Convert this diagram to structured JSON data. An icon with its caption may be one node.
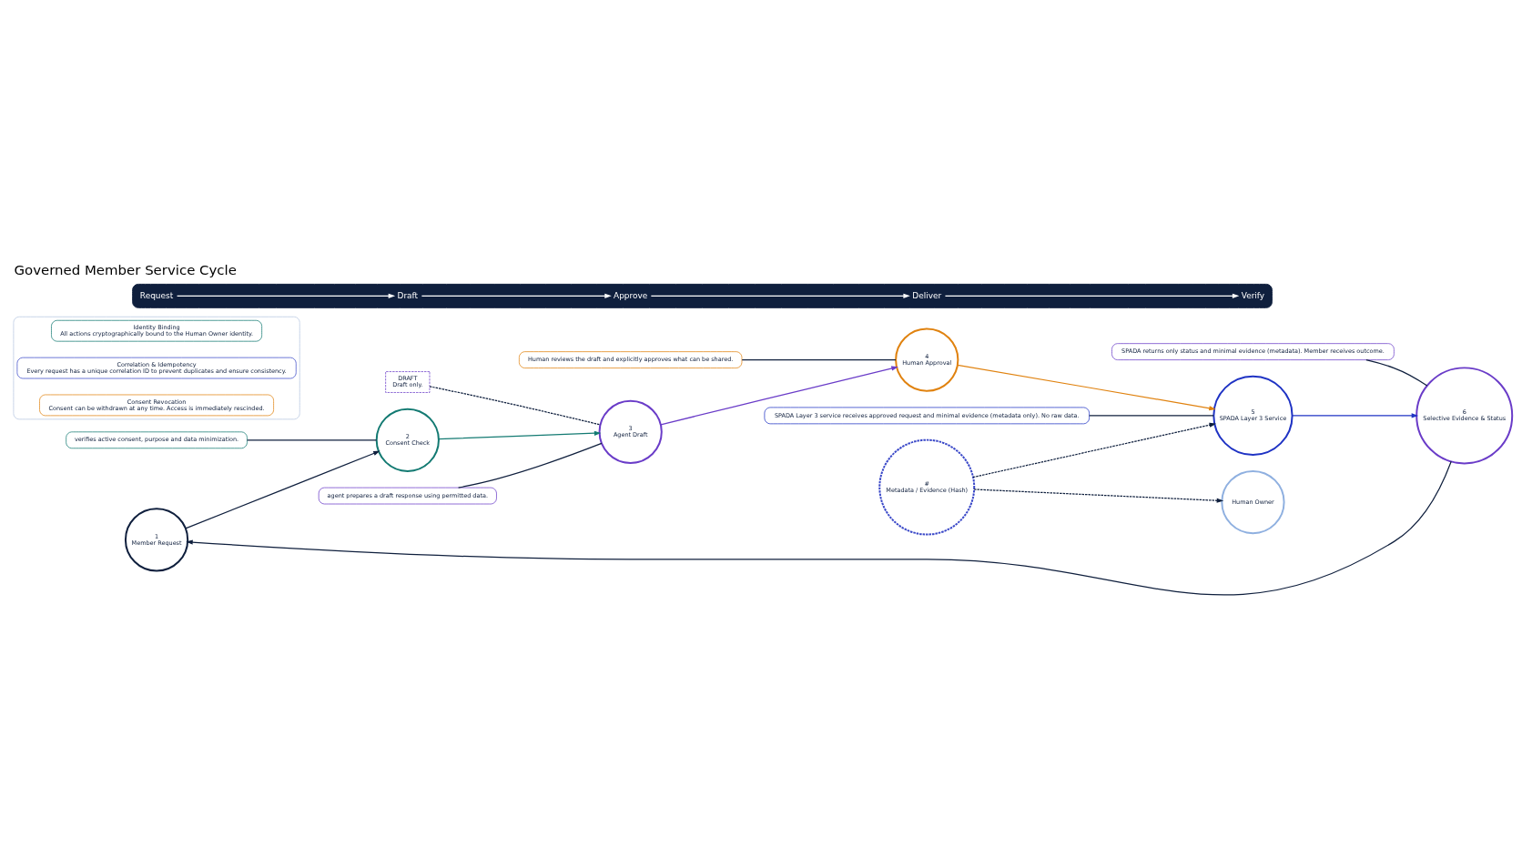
{
  "diagram": {
    "title": "Governed Member Service Cycle",
    "nodes": [
      {
        "text": [
          "1",
          "Member Request"
        ]
      },
      {
        "text": [
          "2",
          "Consent Check"
        ]
      },
      {
        "text": [
          "verifies active consent, purpose and data minimization."
        ]
      },
      {
        "text": [
          "3",
          "Agent Draft"
        ]
      },
      {
        "text": [
          "agent prepares a draft response using permitted data."
        ]
      },
      {
        "text": [
          "DRAFT",
          "Draft only."
        ]
      },
      {
        "text": [
          "4",
          "Human Approval"
        ]
      },
      {
        "text": [
          "Human reviews the draft and explicitly approves what can be shared."
        ]
      },
      {
        "text": [
          "5",
          "SPADA Layer 3 Service"
        ]
      },
      {
        "text": [
          "SPADA Layer 3 service receives approved request and minimal evidence (metadata only). No raw data."
        ]
      },
      {
        "text": [
          "6",
          "Selective Evidence & Status"
        ]
      },
      {
        "text": [
          "SPADA returns only status and minimal evidence (metadata). Member receives outcome."
        ]
      },
      {
        "text": [
          "Human Owner"
        ]
      },
      {
        "text": [
          "#",
          "Metadata / Evidence (Hash)"
        ]
      },
      {
        "text": [],
        "shape": "box"
      },
      {
        "text": [
          "Identity Binding",
          "All actions cryptographically bound to the Human Owner identity."
        ],
        "in": 14
      },
      {
        "text": [
          "Correlation & Idempotency",
          "Every request has a unique correlation ID to prevent duplicates and ensure consistency."
        ],
        "in": 14
      },
      {
        "text": [
          "Consent Revocation",
          "Consent can be withdrawn at any time. Access is immediately rescinded."
        ],
        "in": 14
      },
      {
        "text": [],
        "shape": "box"
      },
      {
        "text": [
          "Request"
        ],
        "in": 18
      },
      {
        "text": [
          "Draft"
        ],
        "in": 18
      },
      {
        "text": [
          "Approve"
        ],
        "in": 18
      },
      {
        "text": [
          "Deliver"
        ],
        "in": 18
      },
      {
        "text": [
          "Verify"
        ],
        "in": 18
      }
    ],
    "edges": [
      {
        "from": 0,
        "to": 1,
        "arrow": "to",
        "color": "#0f1f3d"
      },
      {
        "from": 1,
        "to": 3,
        "arrow": "to",
        "color": "#137a72"
      },
      {
        "from": 3,
        "to": 6,
        "arrow": "to",
        "color": "#6a3cc8"
      },
      {
        "from": 6,
        "to": 8,
        "arrow": "to",
        "color": "#e0820f"
      },
      {
        "from": 8,
        "to": 10,
        "arrow": "to",
        "color": "#1f33c4"
      },
      {
        "from": 10,
        "to": 0,
        "arrow": "to",
        "color": "#0f1f3d"
      },
      {
        "from": 2,
        "to": 1,
        "arrow": "none"
      },
      {
        "from": 4,
        "to": 3,
        "arrow": "none"
      },
      {
        "from": 5,
        "to": 3,
        "arrow": "none",
        "style": "dashed"
      },
      {
        "from": 7,
        "to": 6,
        "arrow": "none"
      },
      {
        "from": 9,
        "to": 8,
        "arrow": "none"
      },
      {
        "from": 11,
        "to": 10,
        "arrow": "none"
      },
      {
        "from": 13,
        "to": 8,
        "arrow": "to",
        "style": "dashed"
      },
      {
        "from": 13,
        "to": 12,
        "arrow": "to",
        "style": "dashed"
      },
      {
        "from": 19,
        "to": 20,
        "arrow": "to",
        "color": "#ffffff"
      },
      {
        "from": 20,
        "to": 21,
        "arrow": "to",
        "color": "#ffffff"
      },
      {
        "from": 21,
        "to": 22,
        "arrow": "to",
        "color": "#ffffff"
      },
      {
        "from": 22,
        "to": 23,
        "arrow": "to",
        "color": "#ffffff"
      }
    ]
  }
}
